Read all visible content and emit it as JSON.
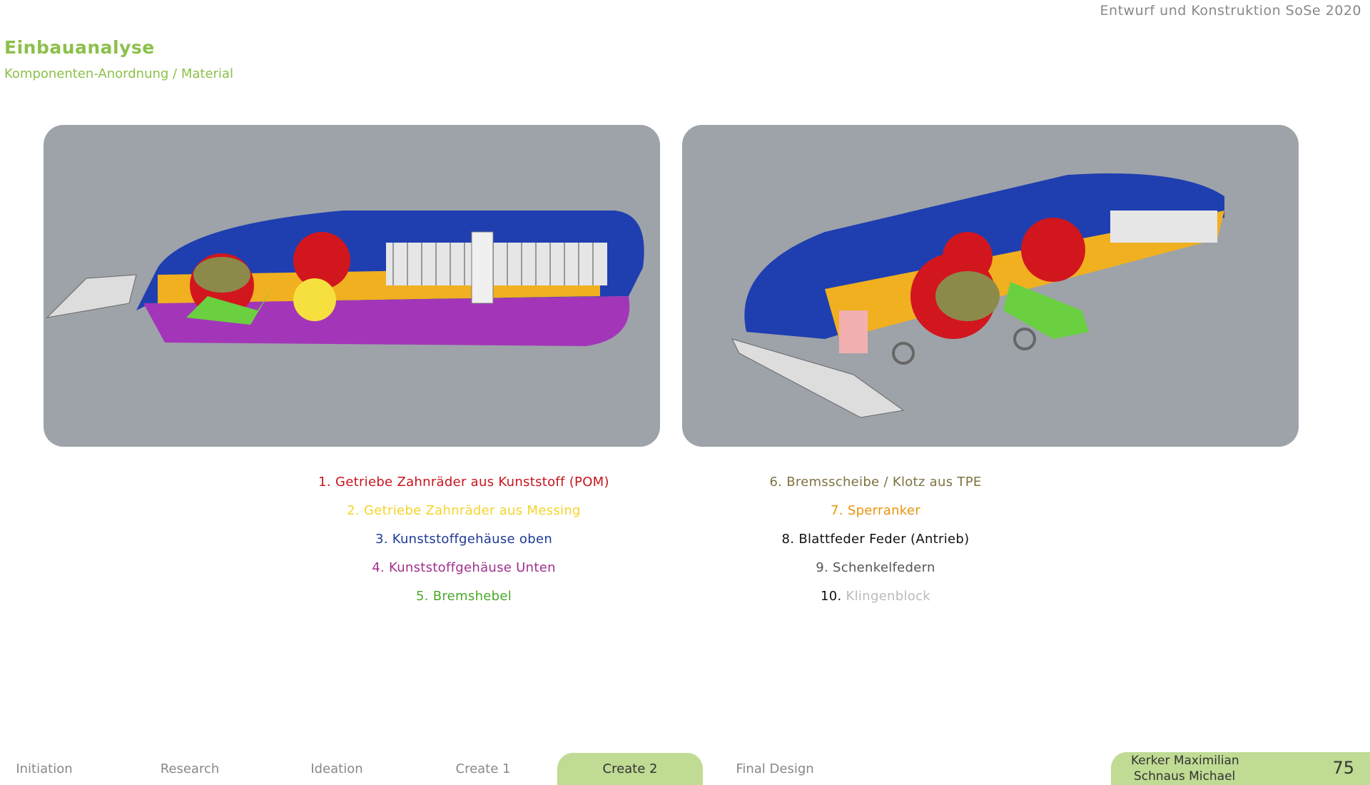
{
  "header": {
    "course": "Entwurf und Konstruktion SoSe 2020",
    "title": "Einbauanalyse",
    "subtitle": "Komponenten-Anordnung / Material"
  },
  "legend_left": [
    {
      "label": "1. Getriebe Zahnräder aus Kunststoff (POM)",
      "color": "#c8141e"
    },
    {
      "label": "2. Getriebe Zahnräder aus Messing",
      "color": "#f3d42c"
    },
    {
      "label": "3. Kunststoffgehäuse oben",
      "color": "#1e3a96"
    },
    {
      "label": "4. Kunststoffgehäuse Unten",
      "color": "#a0308c"
    },
    {
      "label": "5. Bremshebel",
      "color": "#4aa82a"
    }
  ],
  "legend_right": [
    {
      "label": "6. Bremsscheibe / Klotz aus TPE",
      "color": "#7d7340"
    },
    {
      "label": "7. Sperranker",
      "color": "#e8940a"
    },
    {
      "label": "8. Blattfeder Feder (Antrieb)",
      "color": "#111111"
    },
    {
      "label": "9. Schenkelfedern",
      "color": "#555555"
    },
    {
      "num": "10.",
      "label": "Klingenblock",
      "color": "#bbbbbb"
    }
  ],
  "nav": {
    "tabs": [
      "Initiation",
      "Research",
      "Ideation",
      "Create 1",
      "Create 2",
      "Final Design"
    ],
    "active": "Create 2"
  },
  "footer": {
    "author1": "Kerker Maximilian",
    "author2": "Schnaus Michael",
    "page": "75"
  }
}
